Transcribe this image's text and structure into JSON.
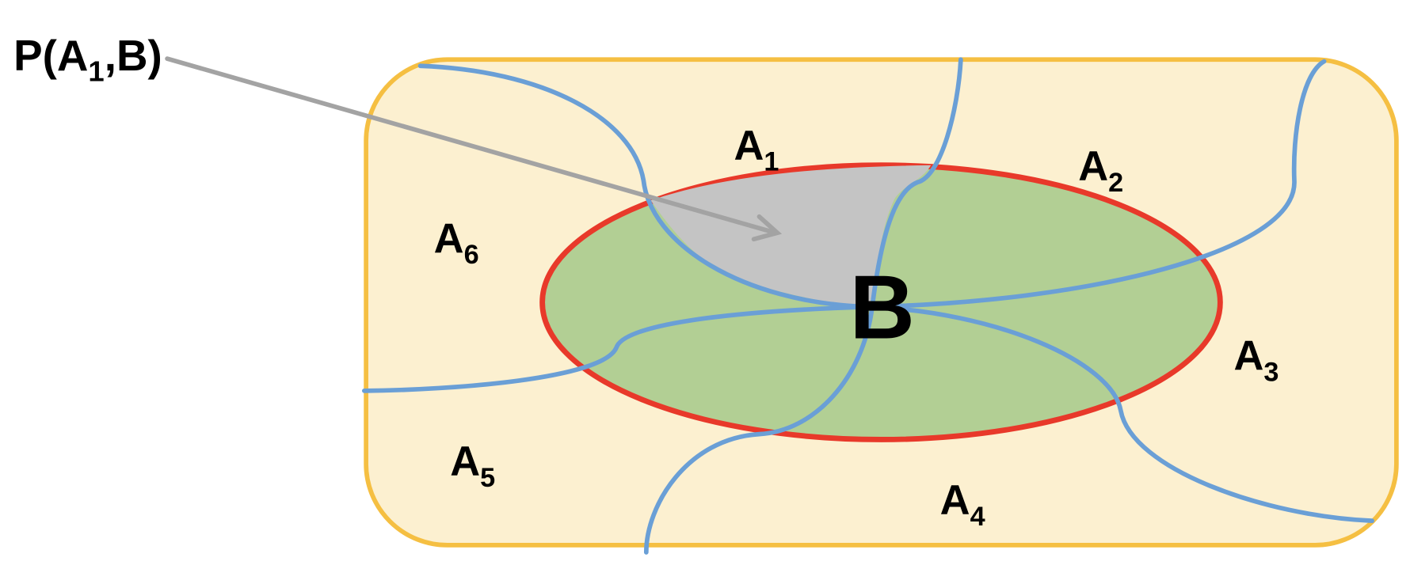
{
  "title": {
    "main": "P(A",
    "sub": "1",
    "tail": ",B)"
  },
  "set_label": "B",
  "partitions": [
    {
      "letter": "A",
      "sub": "1"
    },
    {
      "letter": "A",
      "sub": "2"
    },
    {
      "letter": "A",
      "sub": "3"
    },
    {
      "letter": "A",
      "sub": "4"
    },
    {
      "letter": "A",
      "sub": "5"
    },
    {
      "letter": "A",
      "sub": "6"
    }
  ],
  "colors": {
    "universe_fill": "#fcf0d0",
    "universe_stroke": "#f5bf42",
    "set_b_fill": "#b2cf94",
    "set_b_stroke": "#e8392a",
    "partition_lines": "#6a9fd6",
    "intersection_fill": "#c4c4c4",
    "arrow": "#a3a3a3"
  }
}
